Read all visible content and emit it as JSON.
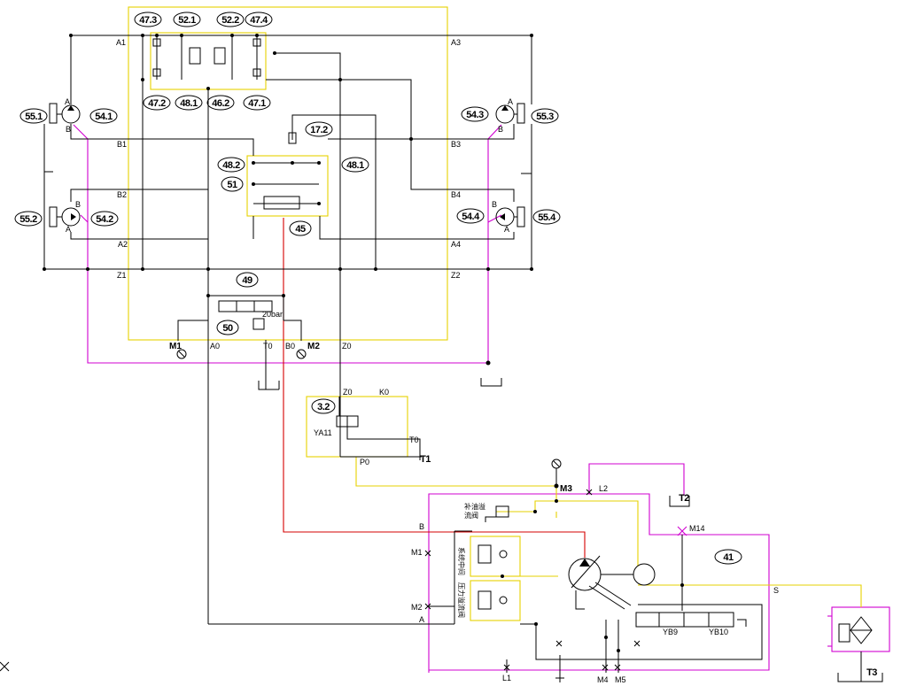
{
  "tags": {
    "t473": "47.3",
    "t521": "52.1",
    "t522": "52.2",
    "t474": "47.4",
    "t472": "47.2",
    "t481a": "48.1",
    "t462": "46.2",
    "t471": "47.1",
    "t551": "55.1",
    "t541": "54.1",
    "t543": "54.3",
    "t553": "55.3",
    "t172": "17.2",
    "t482": "48.2",
    "t481b": "48.1",
    "t51": "51",
    "t552": "55.2",
    "t542": "54.2",
    "t544": "54.4",
    "t554": "55.4",
    "t45": "45",
    "t49": "49",
    "t50": "50",
    "t32": "3.2",
    "tT1": "T1",
    "tT2": "T2",
    "tT3": "T3",
    "t41": "41"
  },
  "ports": {
    "A1": "A1",
    "A3": "A3",
    "B1": "B1",
    "B3": "B3",
    "B2": "B2",
    "B4": "B4",
    "A2": "A2",
    "A4": "A4",
    "Z1": "Z1",
    "Z2": "Z2",
    "M1": "M1",
    "A0": "A0",
    "T0": "T0",
    "B0": "B0",
    "M2": "M2",
    "Z0": "Z0",
    "Z0b": "Z0",
    "K0": "K0",
    "T0b": "T0",
    "P0": "P0",
    "YA11": "YA11",
    "bar20": "20bar",
    "M3": "M3",
    "L2": "L2",
    "M14": "M14",
    "B": "B",
    "M1b": "M1",
    "M2b": "M2",
    "Aport": "A",
    "S": "S",
    "L1": "L1",
    "M4": "M4",
    "M5": "M5",
    "YB9": "YB9",
    "YB10": "YB10",
    "pA1": "A",
    "pB1": "B",
    "pA3": "A",
    "pB3": "B",
    "pB2": "B",
    "pA2": "A",
    "pB4": "B",
    "pA4": "A"
  },
  "notes": {
    "n1": "补油溢",
    "n2": "流阀",
    "v1": "系统中间",
    "v2": "压力溢流阀",
    "x": "X"
  }
}
